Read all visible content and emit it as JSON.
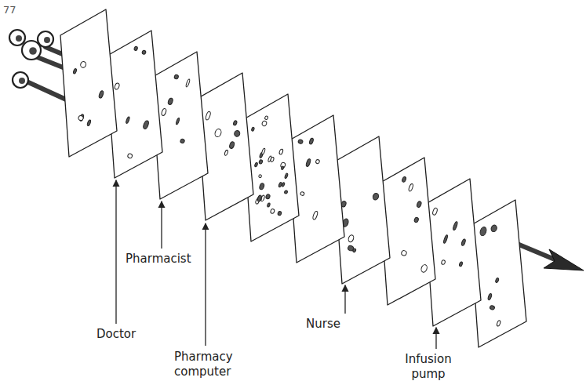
{
  "diagram": {
    "labels": [
      "77",
      "Doctor",
      "Pharmacist",
      "Pharmacy computer",
      "Nurse",
      "Infusion pump"
    ]
  }
}
